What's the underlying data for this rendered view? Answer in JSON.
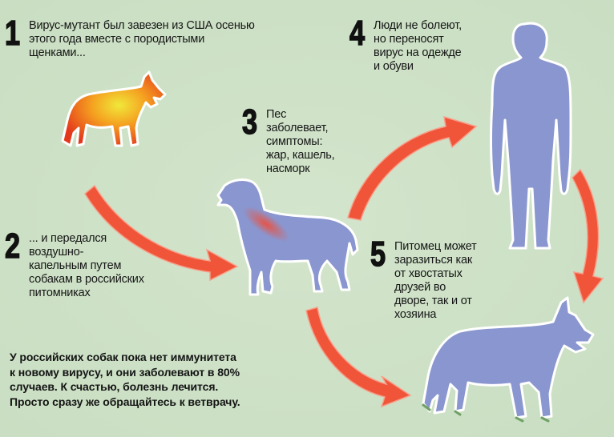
{
  "infographic": {
    "colors": {
      "background": "#cfe2c8",
      "arrow": "#f0553a",
      "silhouette": "#8a96cf",
      "outline": "#ffffff",
      "text": "#161616",
      "infected_dog_gradient": [
        "#f0e83a",
        "#f5a020",
        "#e8401c"
      ]
    },
    "steps": [
      {
        "number": "1",
        "text": "Вирус-мутант был завезен из США осенью\nэтого года вместе с породистыми\nщенками..."
      },
      {
        "number": "2",
        "text": "... и передался\nвоздушно-\nкапельным путем\nсобакам в российских\nпитомниках"
      },
      {
        "number": "3",
        "text": "Пес\nзаболевает,\nсимптомы:\nжар, кашель,\nнасморк"
      },
      {
        "number": "4",
        "text": "Люди не болеют,\nно переносят\nвирус на одежде\nи обуви"
      },
      {
        "number": "5",
        "text": "Питомец может\nзаразиться как\nот хвостатых\nдрузей во\nдворе, так и от\nхозяина"
      }
    ],
    "bottom_note": "У российских собак пока нет иммунитета\nк новому вирусу, и они заболевают в 80%\nслучаев. К счастью, болезнь лечится.\nПросто сразу же обращайтесь к ветврачу.",
    "illustrations": [
      {
        "name": "infected-puppy-icon",
        "label": "orange-red infected shepherd dog"
      },
      {
        "name": "sick-dog-icon",
        "label": "blue retriever with red throat"
      },
      {
        "name": "human-carrier-icon",
        "label": "blue standing human silhouette"
      },
      {
        "name": "pet-dog-icon",
        "label": "blue shepherd dog"
      }
    ],
    "arrows": [
      "arrow-1-to-2",
      "arrow-3-to-4",
      "arrow-4-to-5",
      "arrow-2-to-5"
    ]
  }
}
